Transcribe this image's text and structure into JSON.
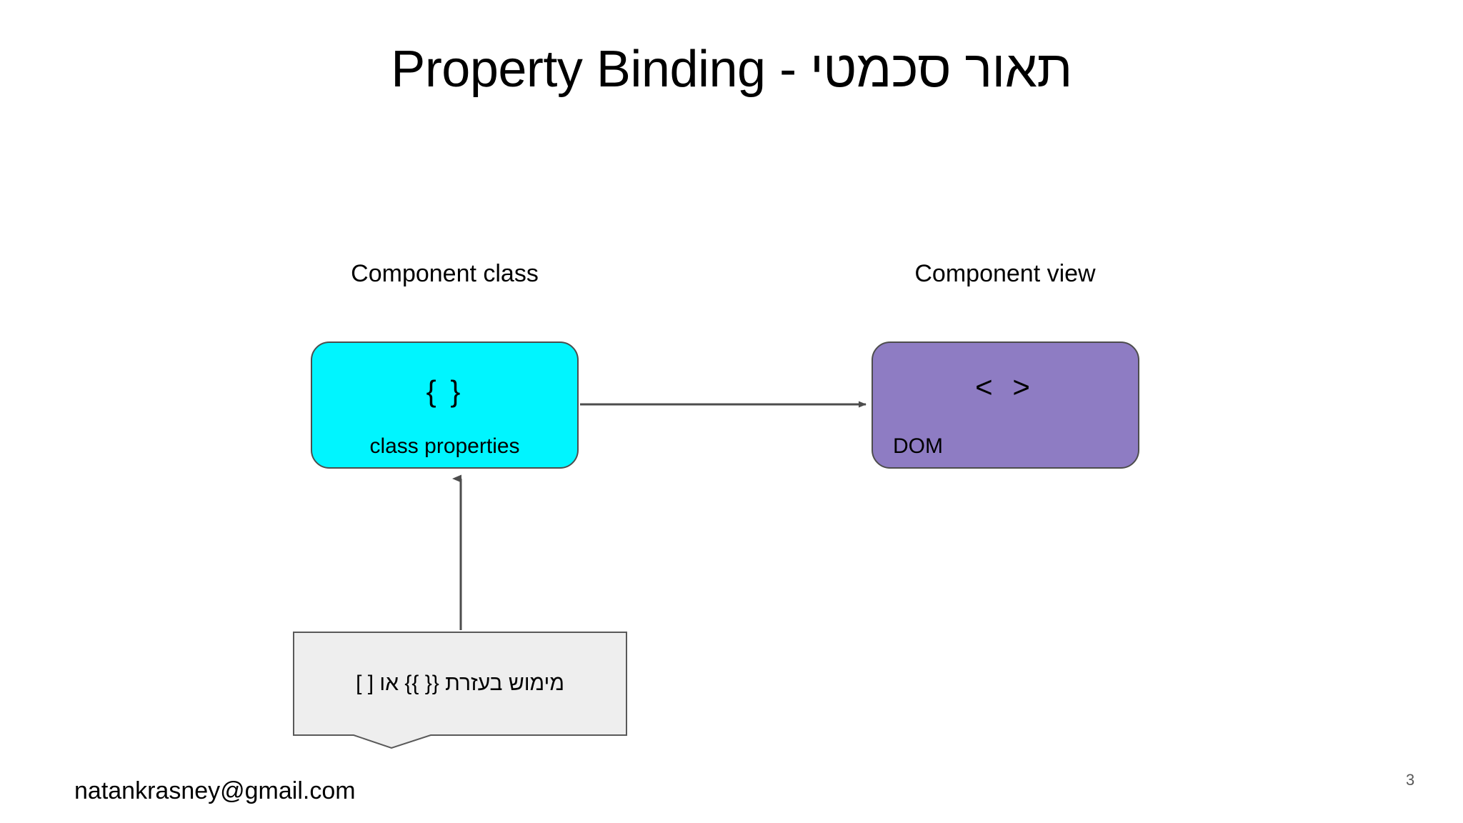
{
  "slide": {
    "title": "Property Binding - תאור סכמטי",
    "page_number": "3",
    "footer_email": "natankrasney@gmail.com",
    "background_color": "#ffffff"
  },
  "diagram": {
    "left_column": {
      "caption": "Component class",
      "box": {
        "glyph": "{ }",
        "glyph_name": "curly-braces-glyph",
        "caption": "class properties",
        "fill_color": "#00f5ff",
        "border_color": "#4d4d4d"
      }
    },
    "right_column": {
      "caption": "Component view",
      "box": {
        "glyph": "< >",
        "glyph_name": "angle-brackets-glyph",
        "caption": "DOM",
        "fill_color": "#8e7cc3",
        "border_color": "#4d4d4d"
      }
    },
    "connectors": [
      {
        "name": "class-to-view-arrow",
        "direction": "left-to-right",
        "from": "class properties",
        "to": "DOM",
        "color": "#4d4d4d"
      },
      {
        "name": "note-to-class-arrow",
        "direction": "bottom-to-top",
        "from": "implementation note",
        "to": "class properties",
        "color": "#4d4d4d"
      }
    ],
    "callout": {
      "text": "מימוש בעזרת {{ }} או [ ]",
      "fill_color": "#eeeeee",
      "border_color": "#595959"
    }
  }
}
